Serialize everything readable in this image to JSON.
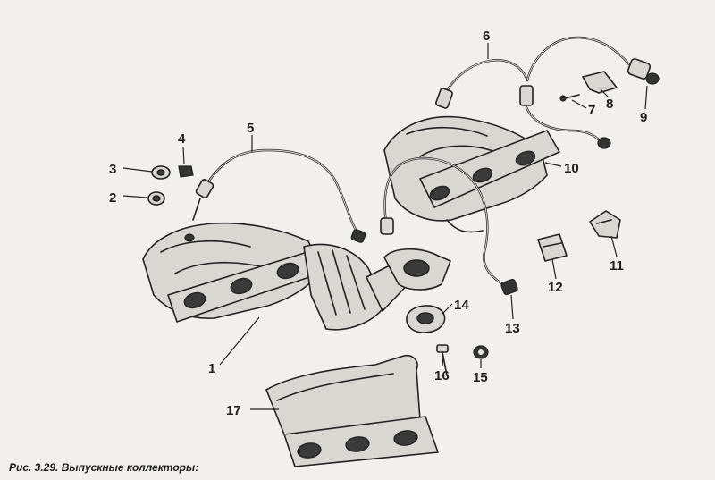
{
  "caption": "Рис. 3.29. Выпускные коллекторы:",
  "callouts": [
    {
      "id": "1",
      "text": "1"
    },
    {
      "id": "2",
      "text": "2"
    },
    {
      "id": "3",
      "text": "3"
    },
    {
      "id": "4",
      "text": "4"
    },
    {
      "id": "5",
      "text": "5"
    },
    {
      "id": "6",
      "text": "6"
    },
    {
      "id": "7",
      "text": "7"
    },
    {
      "id": "8",
      "text": "8"
    },
    {
      "id": "9",
      "text": "9"
    },
    {
      "id": "10",
      "text": "10"
    },
    {
      "id": "11",
      "text": "11"
    },
    {
      "id": "12",
      "text": "12"
    },
    {
      "id": "13",
      "text": "13"
    },
    {
      "id": "14",
      "text": "14"
    },
    {
      "id": "15",
      "text": "15"
    },
    {
      "id": "16",
      "text": "16"
    },
    {
      "id": "17",
      "text": "17"
    }
  ],
  "colors": {
    "ink": "#222222",
    "paper": "#f1f0ed",
    "metal": "#d9d7d2"
  }
}
